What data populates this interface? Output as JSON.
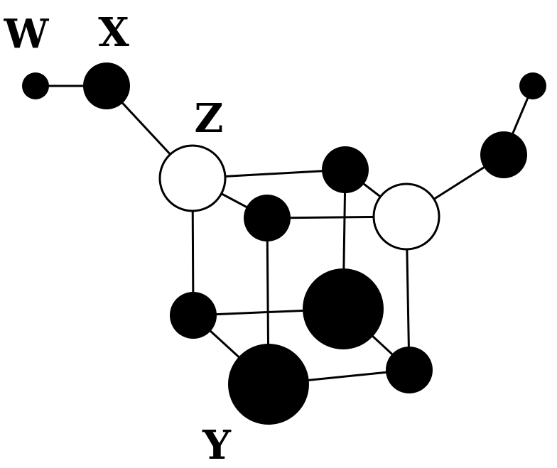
{
  "labels": {
    "w": "W",
    "x": "X",
    "y": "Y",
    "z": "Z"
  },
  "colors": {
    "filled_atom": "#000000",
    "open_atom": "#ffffff",
    "bond": "#000000",
    "background": "#ffffff"
  }
}
